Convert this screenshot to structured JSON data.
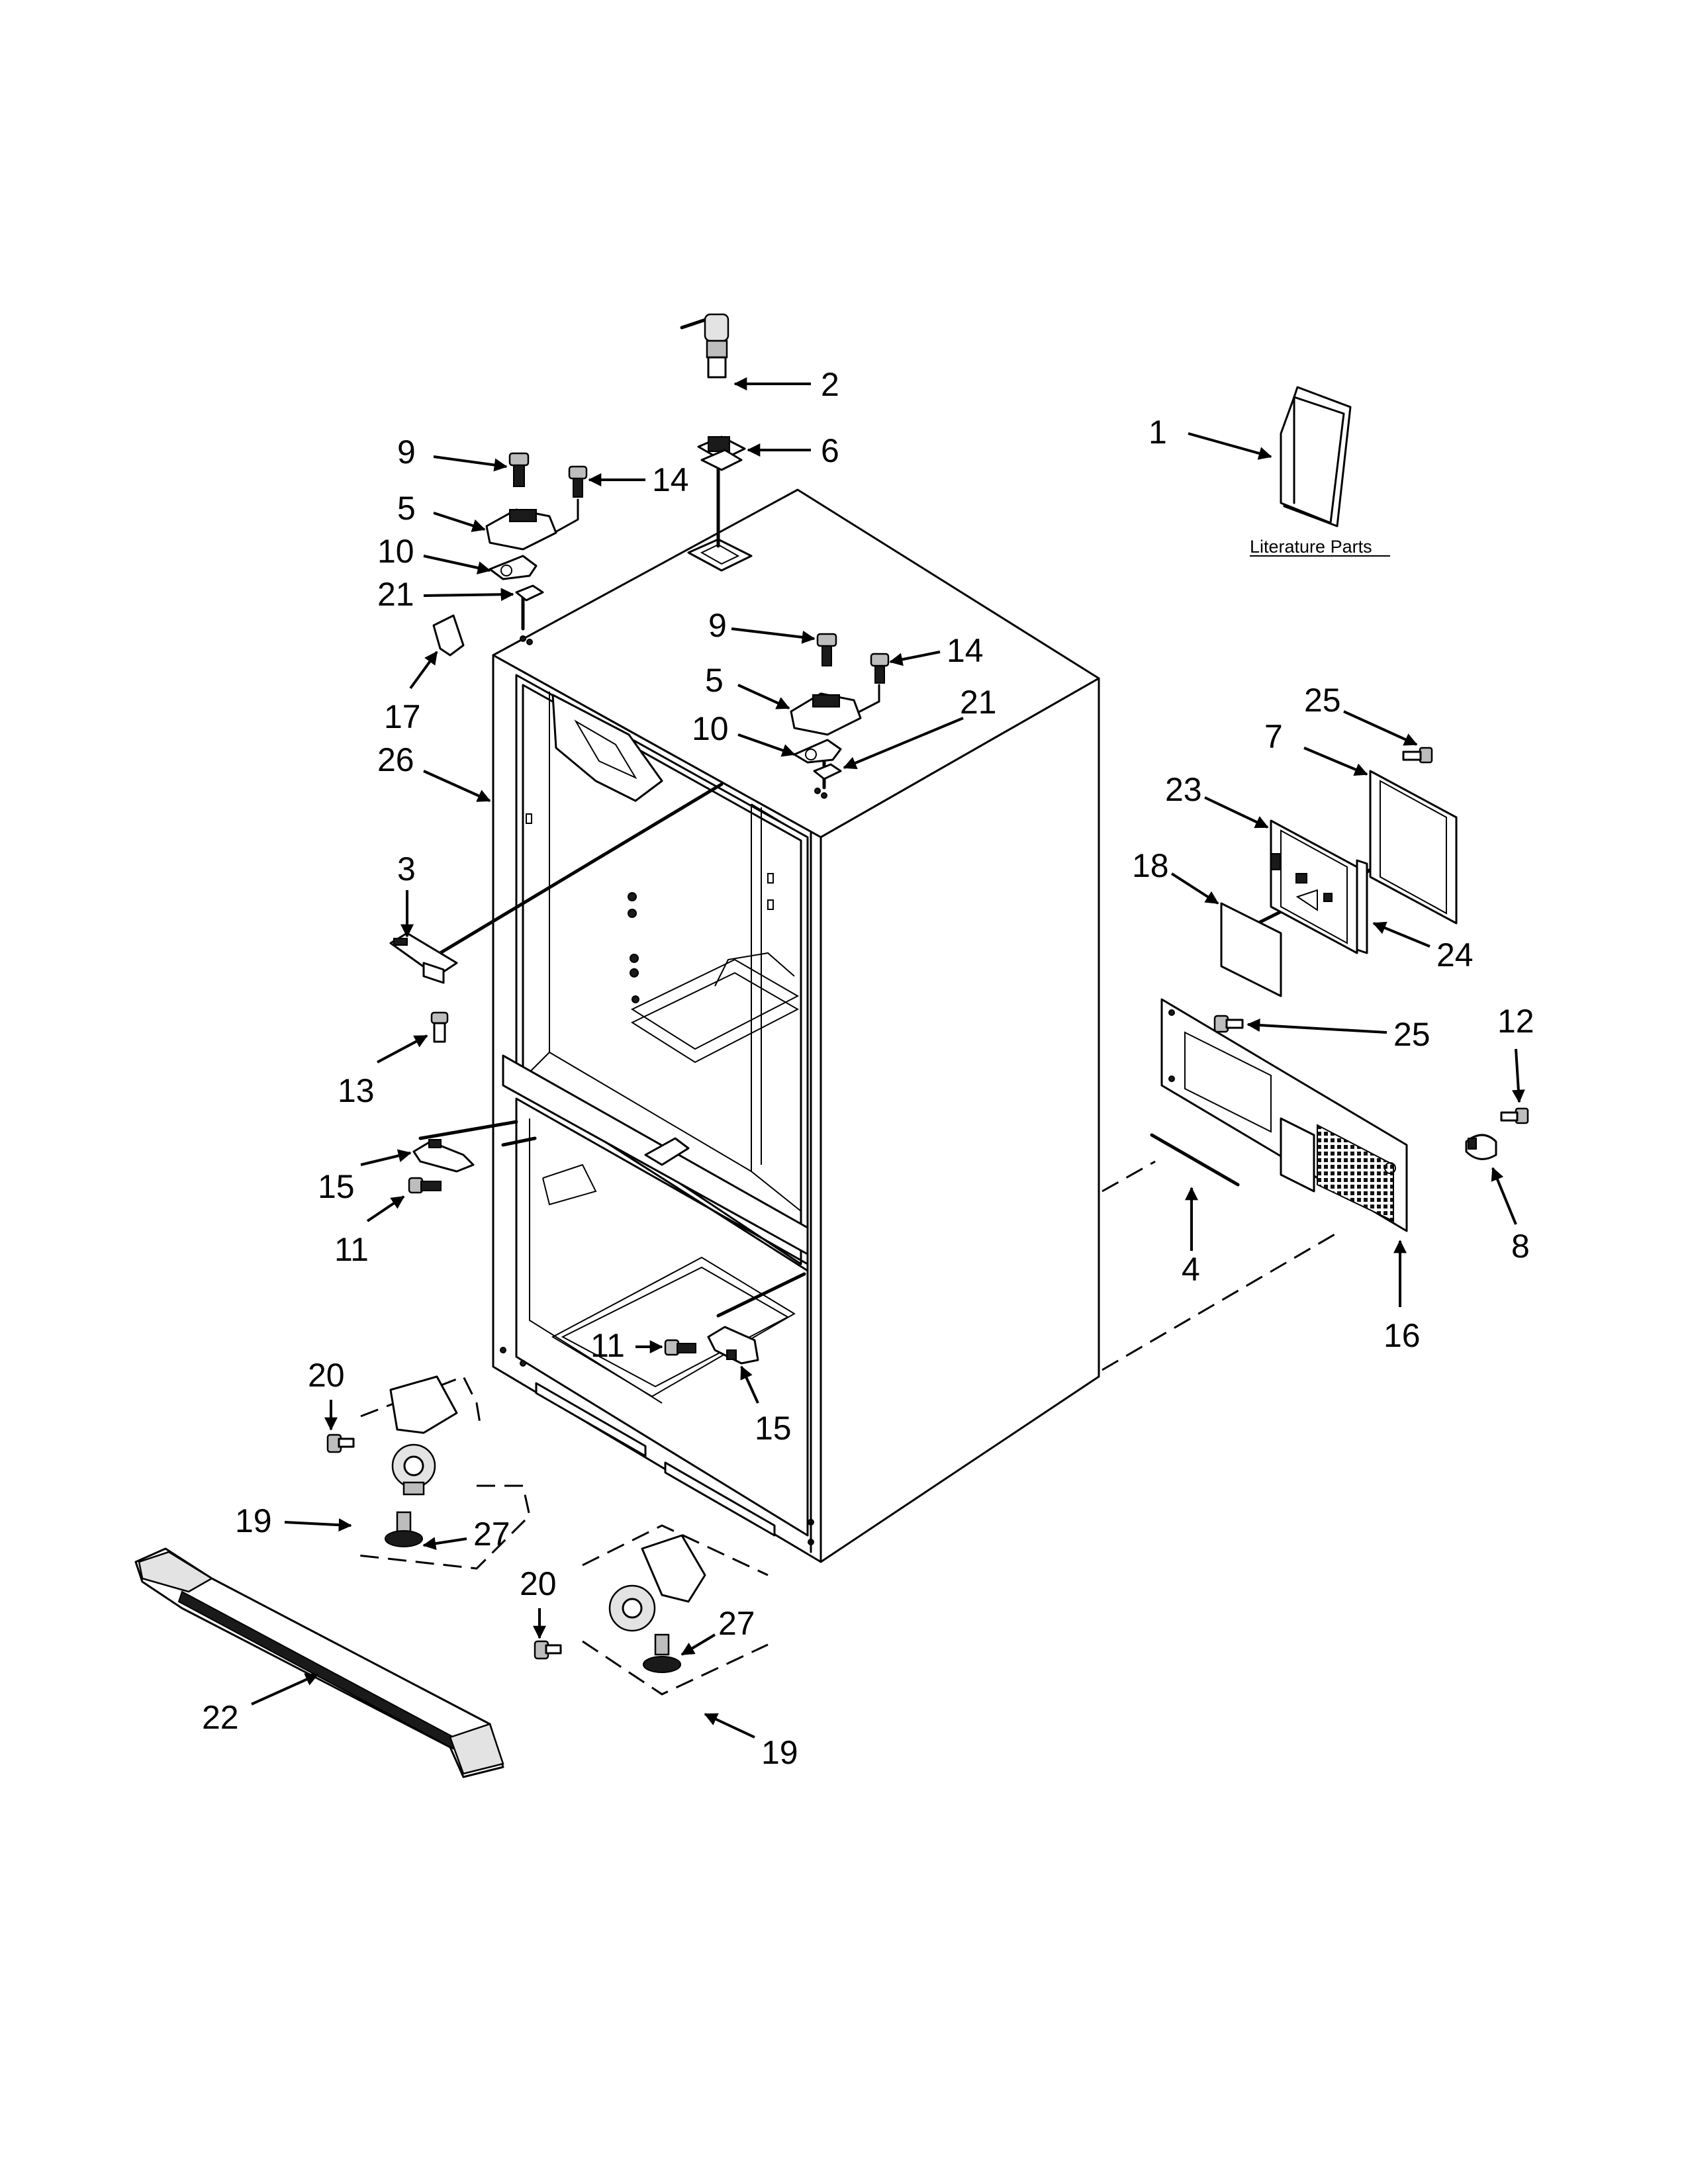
{
  "literature": {
    "label": "Literature Parts"
  },
  "callouts": [
    {
      "id": "c1",
      "text": "1"
    },
    {
      "id": "c2",
      "text": "2"
    },
    {
      "id": "c3",
      "text": "3"
    },
    {
      "id": "c4",
      "text": "4"
    },
    {
      "id": "c5a",
      "text": "5"
    },
    {
      "id": "c5b",
      "text": "5"
    },
    {
      "id": "c6",
      "text": "6"
    },
    {
      "id": "c7",
      "text": "7"
    },
    {
      "id": "c8",
      "text": "8"
    },
    {
      "id": "c9a",
      "text": "9"
    },
    {
      "id": "c9b",
      "text": "9"
    },
    {
      "id": "c10a",
      "text": "10"
    },
    {
      "id": "c10b",
      "text": "10"
    },
    {
      "id": "c11a",
      "text": "11"
    },
    {
      "id": "c11b",
      "text": "11"
    },
    {
      "id": "c12",
      "text": "12"
    },
    {
      "id": "c13",
      "text": "13"
    },
    {
      "id": "c14a",
      "text": "14"
    },
    {
      "id": "c14b",
      "text": "14"
    },
    {
      "id": "c15a",
      "text": "15"
    },
    {
      "id": "c15b",
      "text": "15"
    },
    {
      "id": "c16",
      "text": "16"
    },
    {
      "id": "c17",
      "text": "17"
    },
    {
      "id": "c18",
      "text": "18"
    },
    {
      "id": "c19a",
      "text": "19"
    },
    {
      "id": "c19b",
      "text": "19"
    },
    {
      "id": "c20a",
      "text": "20"
    },
    {
      "id": "c20b",
      "text": "20"
    },
    {
      "id": "c21a",
      "text": "21"
    },
    {
      "id": "c21b",
      "text": "21"
    },
    {
      "id": "c22",
      "text": "22"
    },
    {
      "id": "c23",
      "text": "23"
    },
    {
      "id": "c24",
      "text": "24"
    },
    {
      "id": "c25a",
      "text": "25"
    },
    {
      "id": "c25b",
      "text": "25"
    },
    {
      "id": "c26",
      "text": "26"
    },
    {
      "id": "c27a",
      "text": "27"
    },
    {
      "id": "c27b",
      "text": "27"
    }
  ]
}
